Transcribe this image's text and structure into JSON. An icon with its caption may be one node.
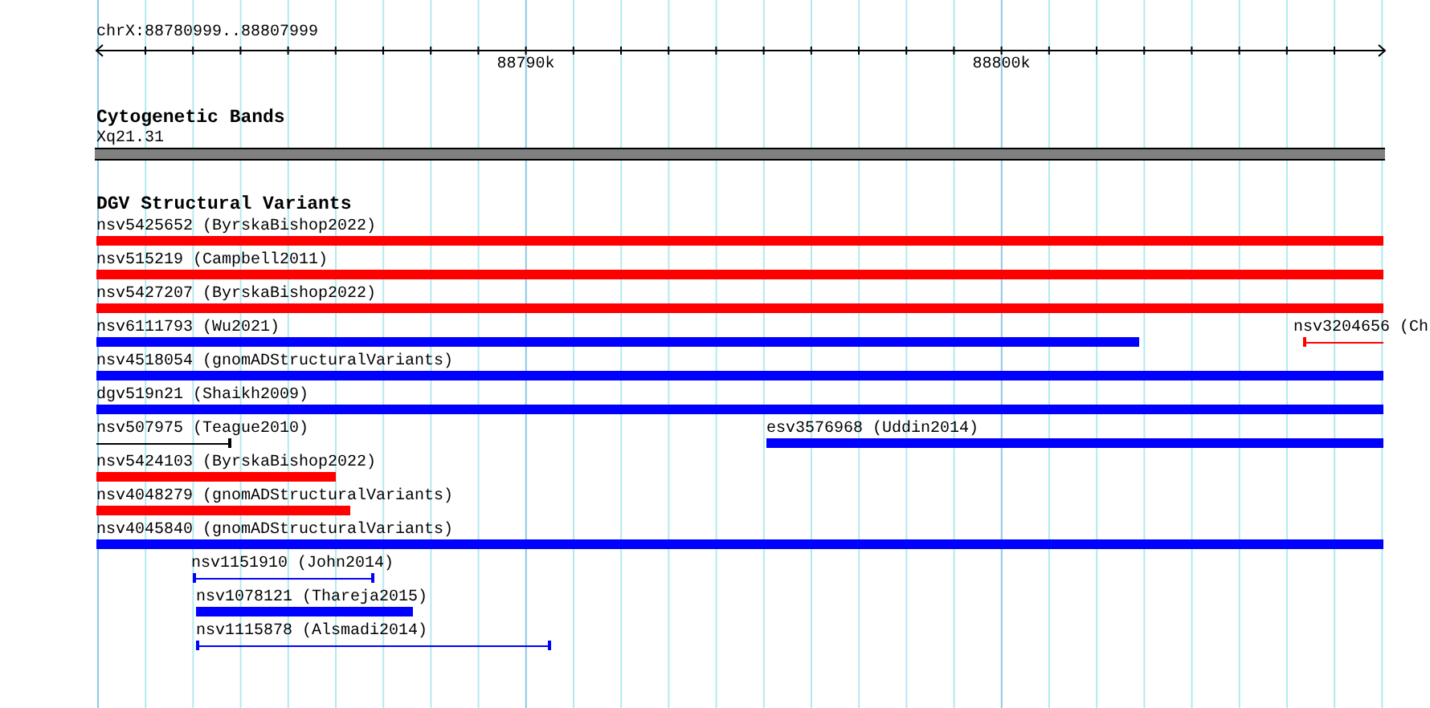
{
  "diagram": {
    "nodes": [
      {
        "text": [
          "Xq21.31"
        ]
      },
      {
        "text": [
          "nsv5425652 (ByrskaBishop2022)"
        ]
      },
      {
        "text": [
          "nsv515219 (Campbell2011)"
        ]
      },
      {
        "text": [
          "nsv5427207 (ByrskaBishop2022)"
        ]
      },
      {
        "text": [
          "nsv6111793 (Wu2021)"
        ]
      },
      {
        "text": [
          "nsv3204656 (Ch"
        ]
      },
      {
        "text": [
          "nsv4518054 (gnomADStructuralVariants)"
        ]
      },
      {
        "text": [
          "dgv519n21 (Shaikh2009)"
        ]
      },
      {
        "text": [
          "nsv507975 (Teague2010)"
        ]
      },
      {
        "text": [
          "esv3576968 (Uddin2014)"
        ]
      },
      {
        "text": [
          "nsv5424103 (ByrskaBishop2022)"
        ]
      },
      {
        "text": [
          "nsv4048279 (gnomADStructuralVariants)"
        ]
      },
      {
        "text": [
          "nsv4045840 (gnomADStructuralVariants)"
        ]
      },
      {
        "text": [
          "nsv1151910 (John2014)"
        ]
      },
      {
        "text": [
          "nsv1078121 (Thareja2015)"
        ]
      },
      {
        "text": [
          "nsv1115878 (Alsmadi2014)"
        ]
      }
    ],
    "labels": [
      "chrX:88780999..88807999",
      "88790k",
      "88800k",
      "Cytogenetic Bands",
      "DGV Structural Variants"
    ]
  }
}
